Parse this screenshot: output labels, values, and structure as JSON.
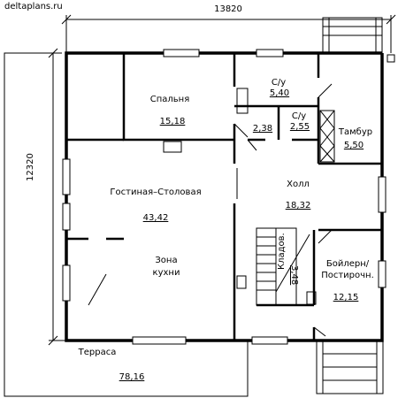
{
  "watermark": "deltaplans.ru",
  "dimensions": {
    "width": "13820",
    "height": "12320"
  },
  "rooms": {
    "bedroom": {
      "name": "Спальня",
      "area": "15,18"
    },
    "wc1": {
      "name": "С/у",
      "area": "5,40"
    },
    "wc2": {
      "name": "С/у",
      "area": "2,55"
    },
    "wc_small_area": "2,38",
    "vestibule": {
      "name": "Тамбур",
      "area": "5,50"
    },
    "hall": {
      "name": "Холл",
      "area": "18,32"
    },
    "living": {
      "name": "Гостиная–Столовая",
      "area": "43,42"
    },
    "kitchen": {
      "line1": "Зона",
      "line2": "кухни"
    },
    "boiler": {
      "line1": "Бойлерн/",
      "line2": "Постирочн.",
      "area": "12,15"
    },
    "pantry": {
      "name": "Кладов.",
      "area": "3,48"
    },
    "terrace": {
      "name": "Терраса",
      "area": "78,16"
    }
  }
}
